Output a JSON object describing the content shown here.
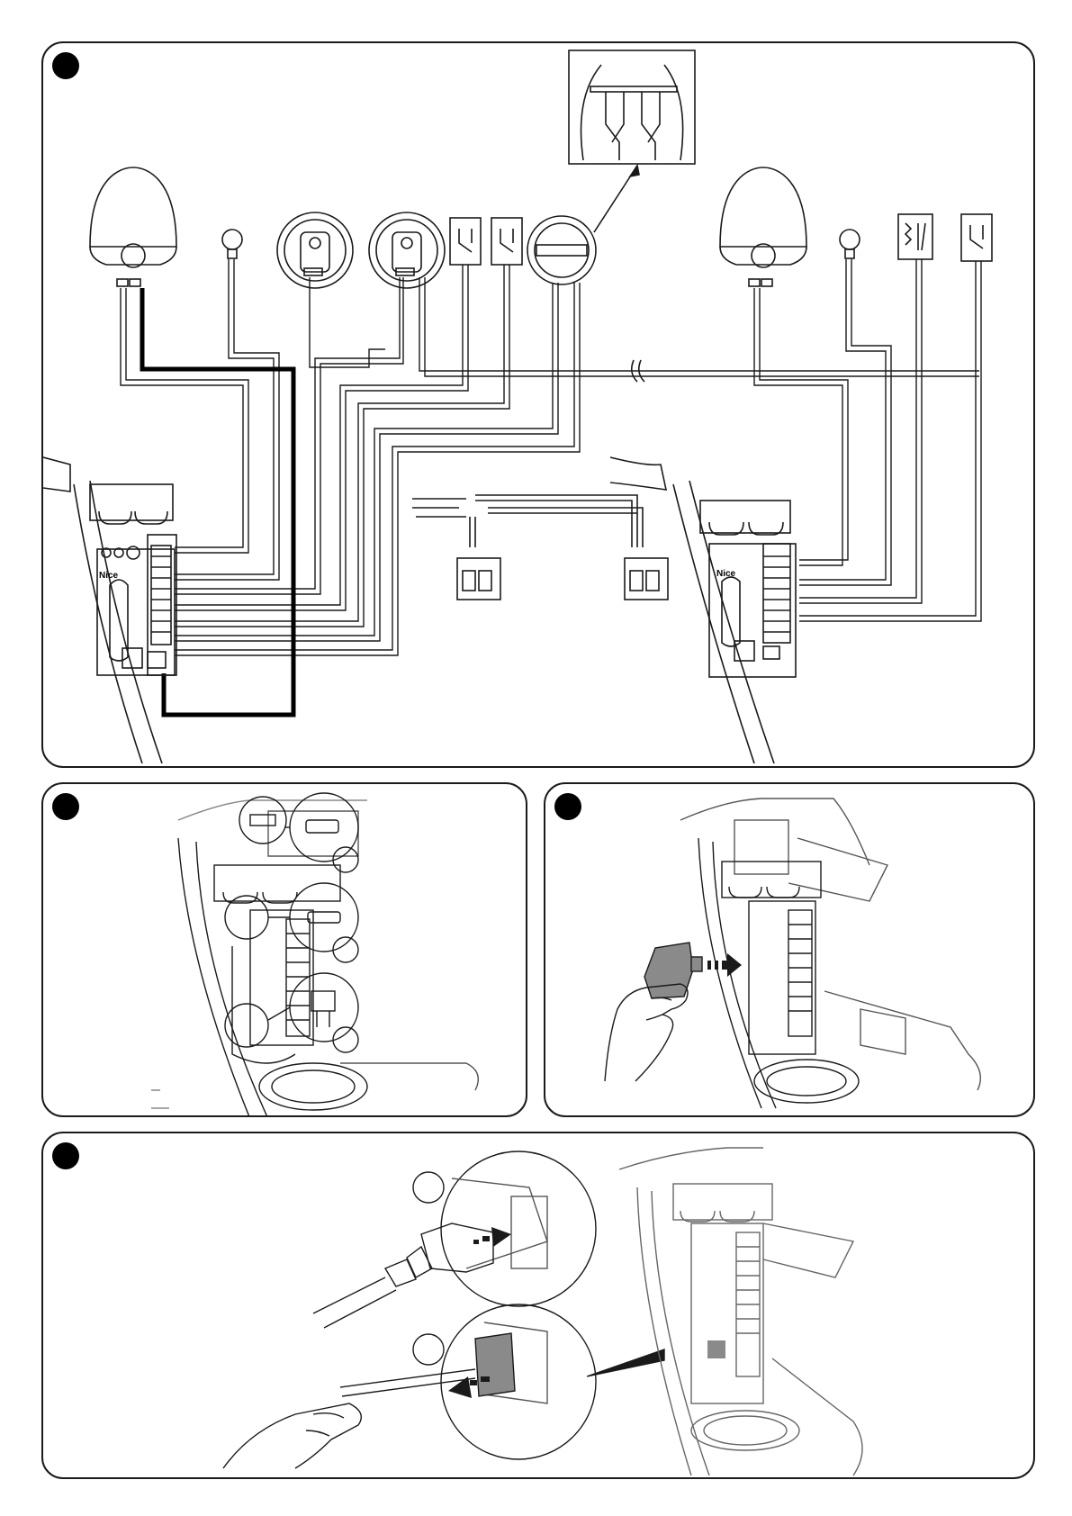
{
  "panels": [
    {
      "id": "wiring",
      "marker": ""
    },
    {
      "id": "fuses",
      "marker": ""
    },
    {
      "id": "module-insert",
      "marker": ""
    },
    {
      "id": "connector",
      "marker": ""
    }
  ],
  "board": {
    "brand_left": "Nice",
    "brand_right": "Nice"
  },
  "colors": {
    "line": "#1a1a1a",
    "thick_cable": "#000000",
    "module_grey": "#8a8a8a"
  }
}
